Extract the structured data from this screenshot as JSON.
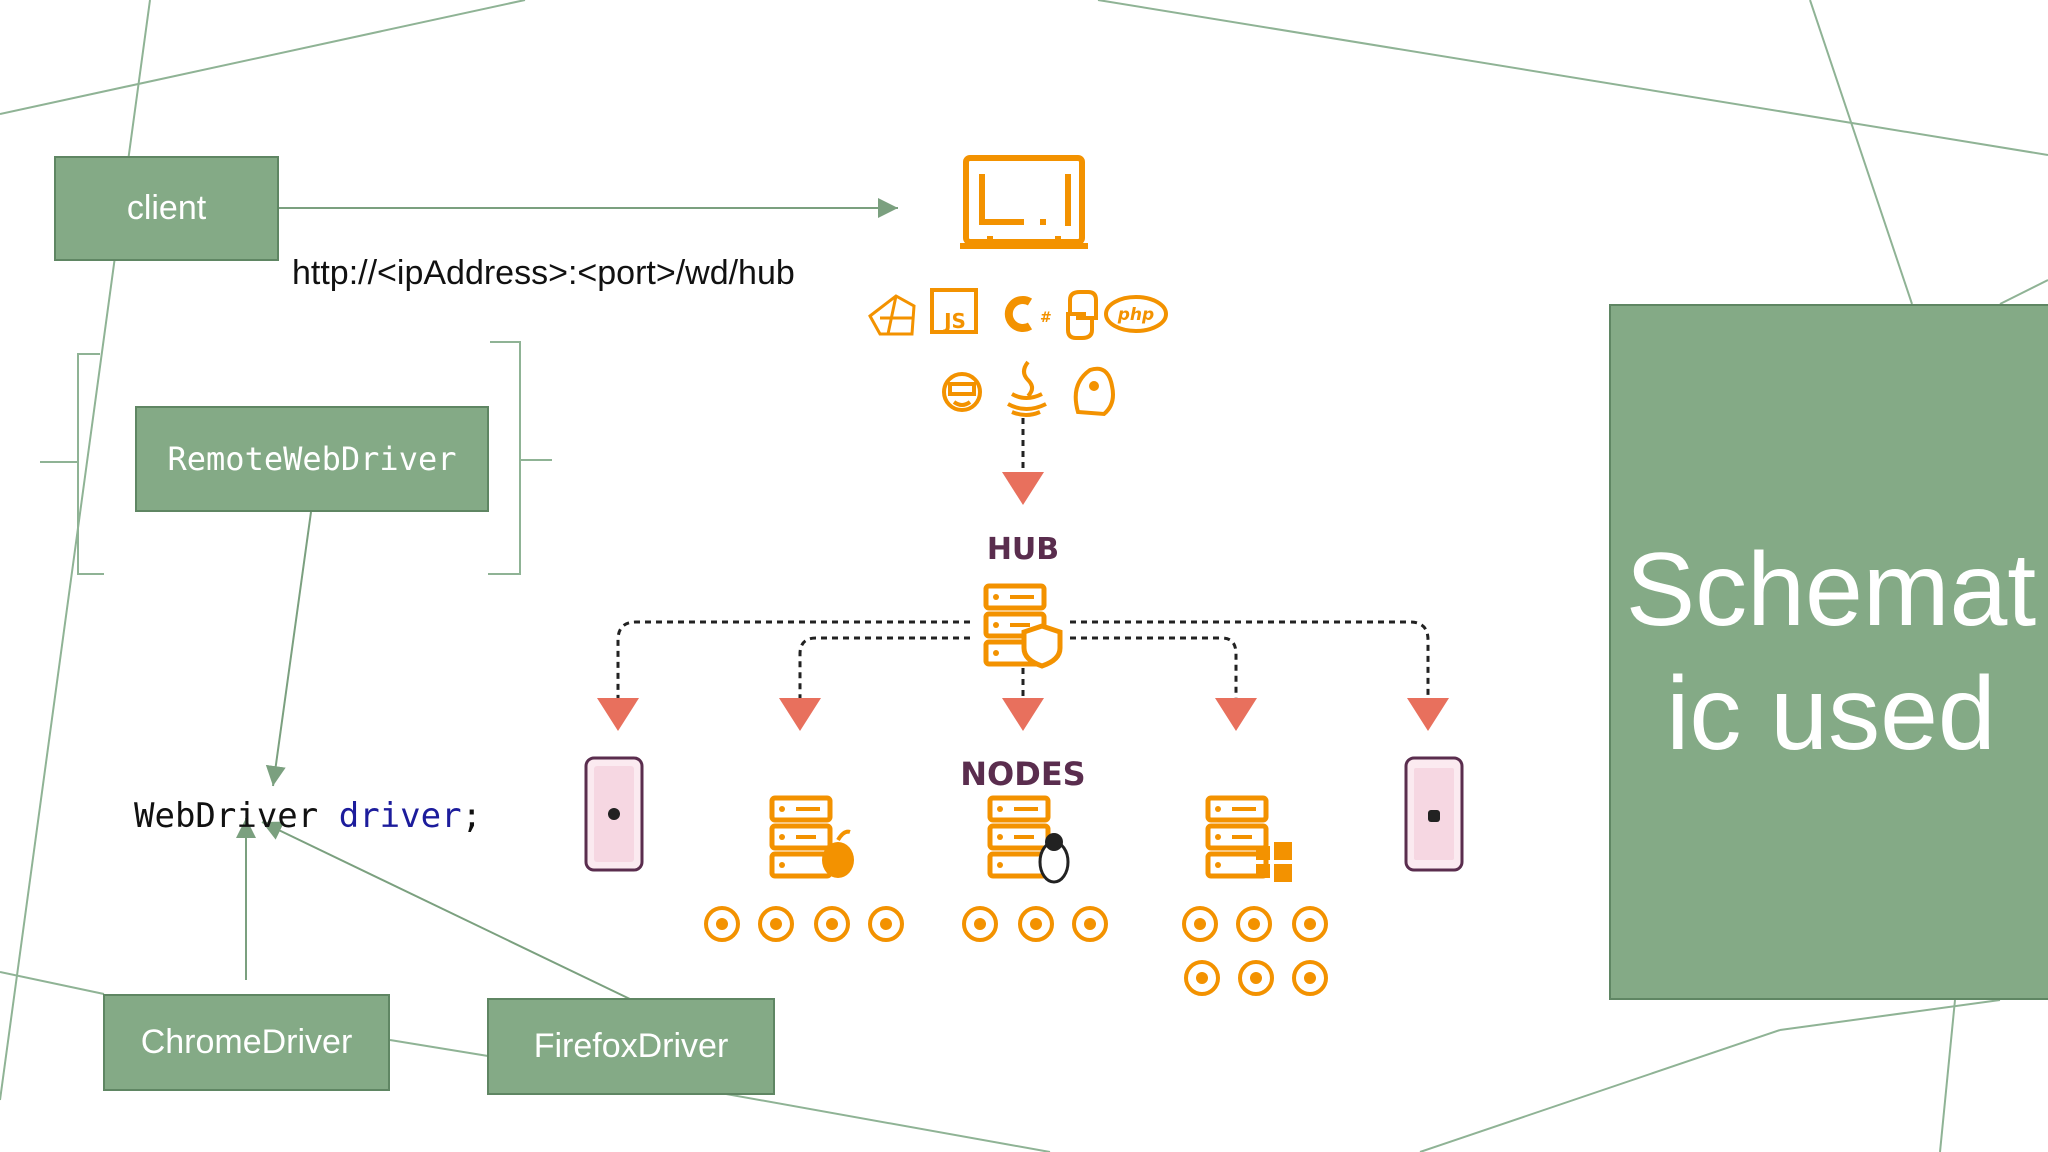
{
  "slide": {
    "title": "Schematic used",
    "client_label": "client",
    "hub_url": "http://<ipAddress>:<port>/wd/hub",
    "remote_driver_label": "RemoteWebDriver",
    "code_type": "WebDriver",
    "code_var": "driver",
    "code_semicolon": ";",
    "chrome_driver_label": "ChromeDriver",
    "firefox_driver_label": "FirefoxDriver",
    "hub_label": "HUB",
    "nodes_label": "NODES",
    "php_label": "php",
    "js_label": "JS"
  },
  "colors": {
    "box_fill": "#84aa86",
    "box_border": "#5f8663",
    "icon_orange": "#f39200",
    "arrow_salmon": "#e8705d",
    "hub_text": "#5a2d4e",
    "code_blue": "#1c1c9c",
    "line_green": "#8fb395"
  },
  "icons": {
    "top": "computer-monitor-icon",
    "languages": [
      "ruby-icon",
      "javascript-icon",
      "csharp-icon",
      "python-icon",
      "php-icon",
      "robot-icon",
      "java-icon",
      "perl-icon"
    ],
    "hub": "server-shield-icon",
    "nodes": [
      "iphone-icon",
      "server-apple-icon",
      "server-linux-icon",
      "server-windows-icon",
      "android-phone-icon"
    ],
    "browsers_mac": [
      "safari-icon",
      "firefox-icon",
      "chrome-icon",
      "opera-icon"
    ],
    "browsers_linux": [
      "firefox-icon",
      "chrome-icon",
      "opera-icon"
    ],
    "browsers_windows": [
      "safari-icon",
      "firefox-icon",
      "chrome-icon",
      "ie-icon",
      "edge-icon",
      "opera-icon"
    ]
  }
}
